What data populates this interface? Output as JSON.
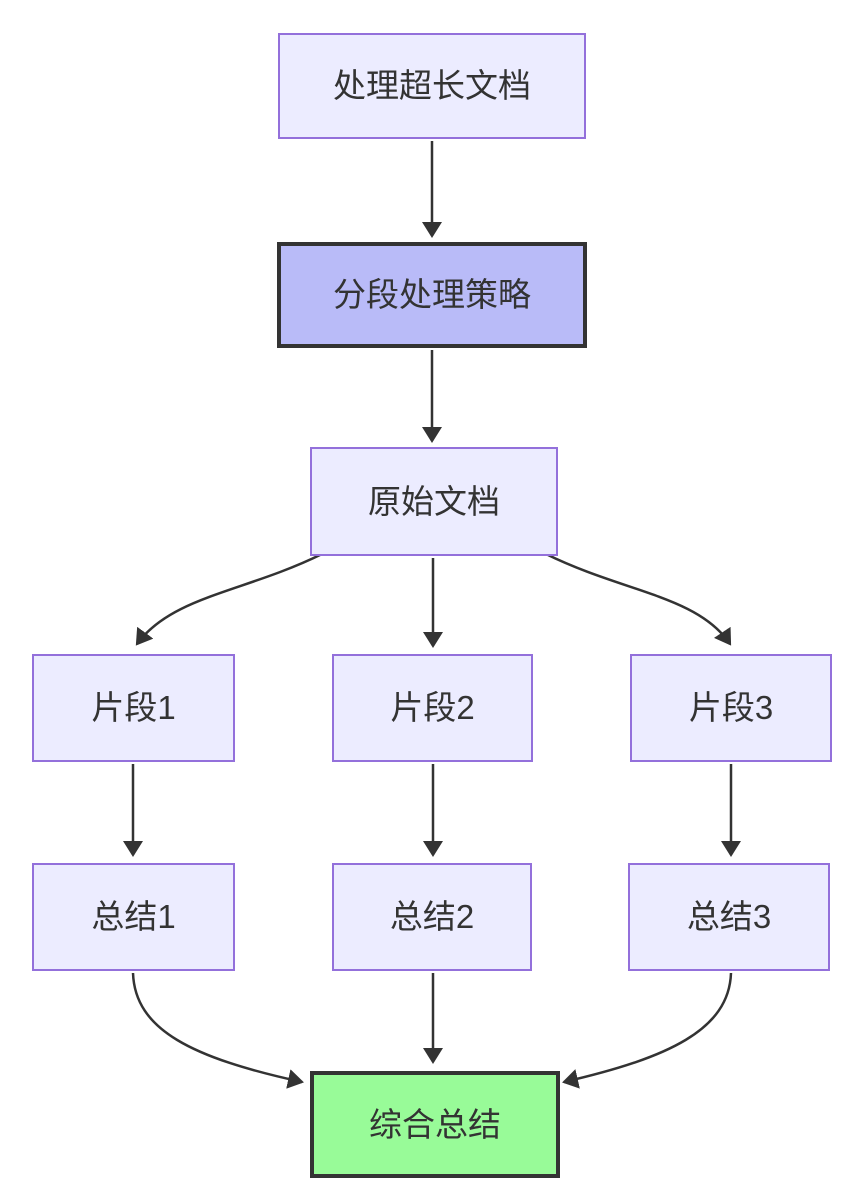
{
  "diagram": {
    "type": "flowchart",
    "direction": "top-down",
    "background": "#ffffff",
    "nodes": [
      {
        "id": "A",
        "label": "处理超长文档",
        "style": "default"
      },
      {
        "id": "B",
        "label": "分段处理策略",
        "style": "emphasis"
      },
      {
        "id": "C",
        "label": "原始文档",
        "style": "default"
      },
      {
        "id": "D1",
        "label": "片段1",
        "style": "default"
      },
      {
        "id": "D2",
        "label": "片段2",
        "style": "default"
      },
      {
        "id": "D3",
        "label": "片段3",
        "style": "default"
      },
      {
        "id": "E1",
        "label": "总结1",
        "style": "default"
      },
      {
        "id": "E2",
        "label": "总结2",
        "style": "default"
      },
      {
        "id": "E3",
        "label": "总结3",
        "style": "default"
      },
      {
        "id": "F",
        "label": "综合总结",
        "style": "result"
      }
    ],
    "edges": [
      {
        "from": "A",
        "to": "B"
      },
      {
        "from": "B",
        "to": "C"
      },
      {
        "from": "C",
        "to": "D1"
      },
      {
        "from": "C",
        "to": "D2"
      },
      {
        "from": "C",
        "to": "D3"
      },
      {
        "from": "D1",
        "to": "E1"
      },
      {
        "from": "D2",
        "to": "E2"
      },
      {
        "from": "D3",
        "to": "E3"
      },
      {
        "from": "E1",
        "to": "F"
      },
      {
        "from": "E2",
        "to": "F"
      },
      {
        "from": "E3",
        "to": "F"
      }
    ],
    "colors": {
      "node_fill": "#ECECFF",
      "node_border": "#9370DB",
      "emphasis_fill": "#B9BBF8",
      "emphasis_border": "#333333",
      "result_fill": "#98FB98",
      "result_border": "#333333",
      "edge": "#333333",
      "text": "#333333"
    }
  }
}
